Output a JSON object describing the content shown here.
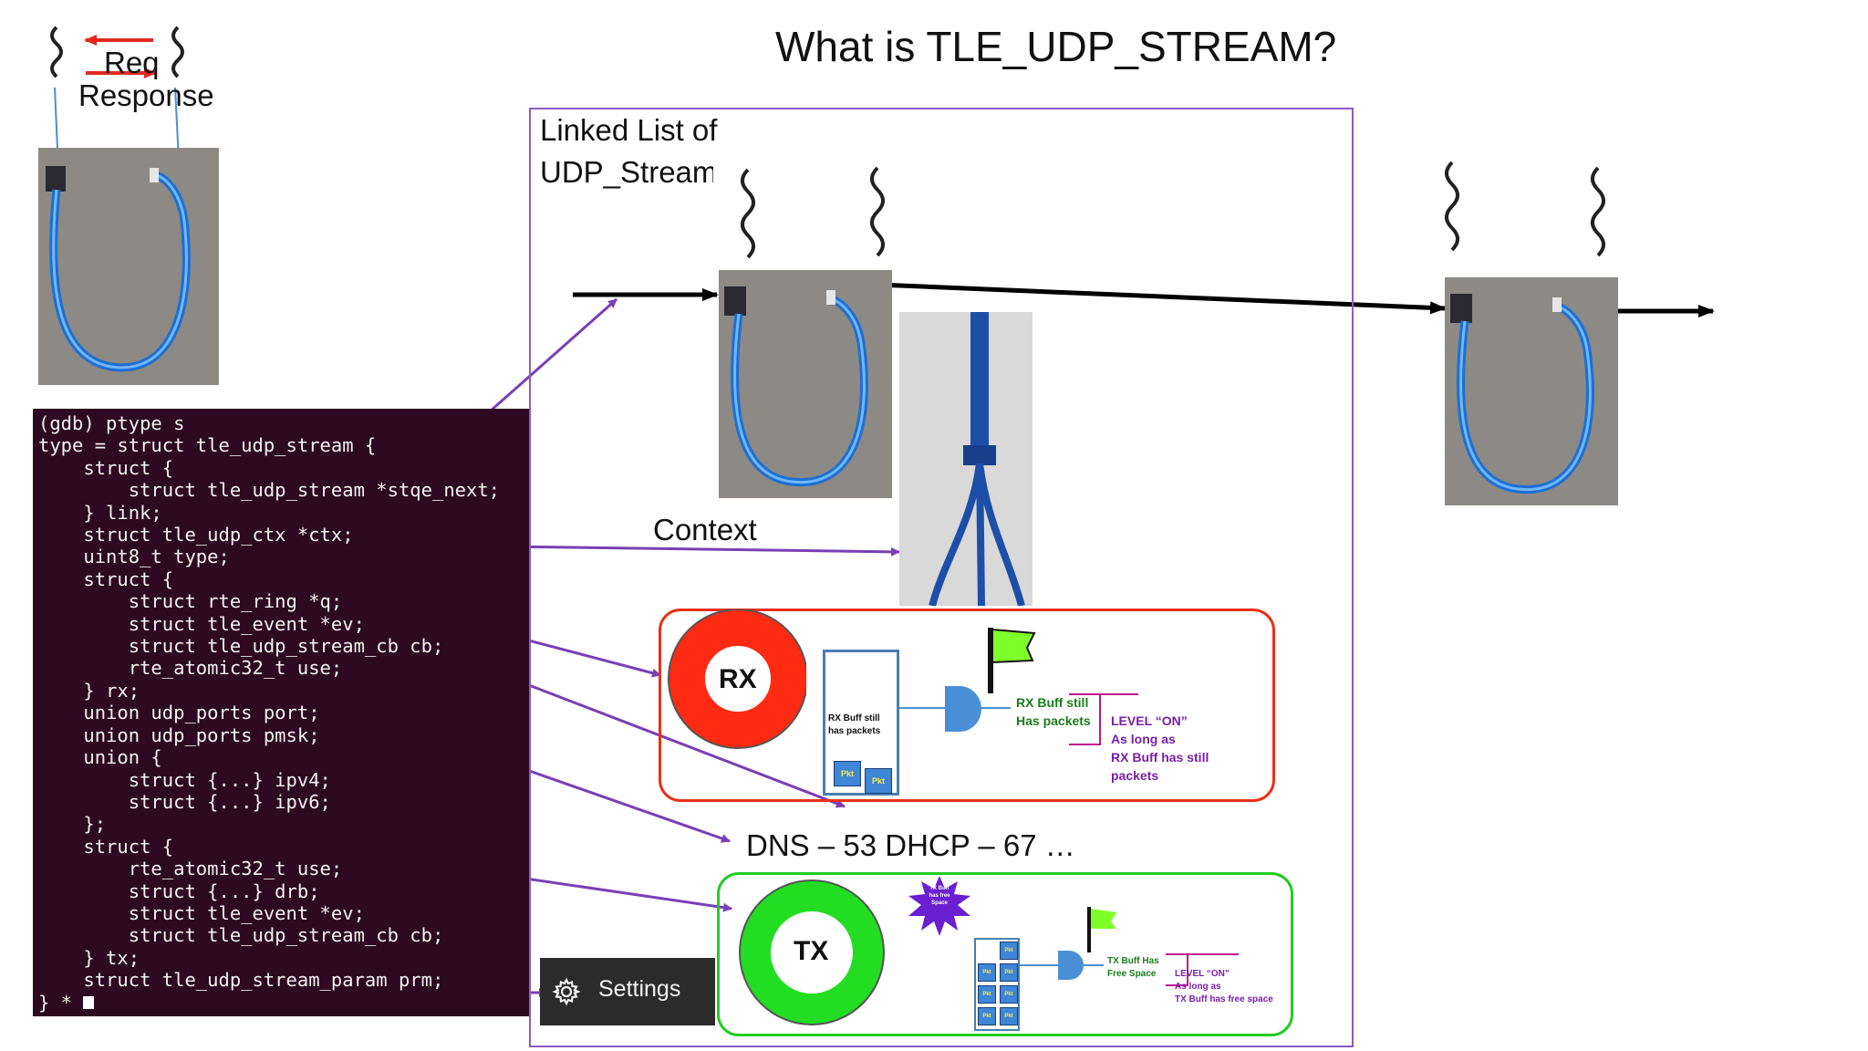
{
  "title": "What is TLE_UDP_STREAM?",
  "legend": {
    "req": "Req",
    "response": "Response"
  },
  "list_label": {
    "line1": "Linked List of",
    "line2": "UDP_Stream"
  },
  "context_label": "Context",
  "ports_label": "DNS – 53  DHCP – 67 …",
  "gdb_lines": [
    "(gdb) ptype s",
    "type = struct tle_udp_stream {",
    "    struct {",
    "        struct tle_udp_stream *stqe_next;",
    "    } link;",
    "    struct tle_udp_ctx *ctx;",
    "    uint8_t type;",
    "    struct {",
    "        struct rte_ring *q;",
    "        struct tle_event *ev;",
    "        struct tle_udp_stream_cb cb;",
    "        rte_atomic32_t use;",
    "    } rx;",
    "    union udp_ports port;",
    "    union udp_ports pmsk;",
    "    union {",
    "        struct {...} ipv4;",
    "        struct {...} ipv6;",
    "    };",
    "    struct {",
    "        rte_atomic32_t use;",
    "        struct {...} drb;",
    "        struct tle_event *ev;",
    "        struct tle_udp_stream_cb cb;",
    "    } tx;",
    "    struct tle_udp_stream_param prm;",
    "} *"
  ],
  "rx": {
    "ring_label": "RX",
    "buffer_label_1": "RX Buff still",
    "buffer_label_2": "has packets",
    "pkt_label": "Pkt",
    "gate_label_1": "RX Buff still",
    "gate_label_2": "Has packets",
    "level_1": "LEVEL “ON”",
    "level_2": "As long as",
    "level_3": "RX Buff has still",
    "level_4": "packets"
  },
  "tx": {
    "ring_label": "TX",
    "burst_1": "TX Buff",
    "burst_2": "has free",
    "burst_3": "Space",
    "pkt_label": "Pkt",
    "gate_label_1": "TX Buff Has",
    "gate_label_2": "Free Space",
    "level_1": "LEVEL “ON”",
    "level_2": "As long as",
    "level_3": "TX Buff has free space"
  },
  "settings": {
    "label": "Settings",
    "icon": "gear-icon"
  },
  "colors": {
    "connector_arrow": "#7b3fb5",
    "frame": "#8a5cc0",
    "rx_ring": "#ff2a12",
    "tx_ring": "#22dd22",
    "rx_box": "#e8311a",
    "tx_box": "#22cc22",
    "flag": "#7fff2a",
    "cable": "#2a8bea",
    "gdb_background": "#2e0a22",
    "legend_arrow": "#e02a20"
  }
}
